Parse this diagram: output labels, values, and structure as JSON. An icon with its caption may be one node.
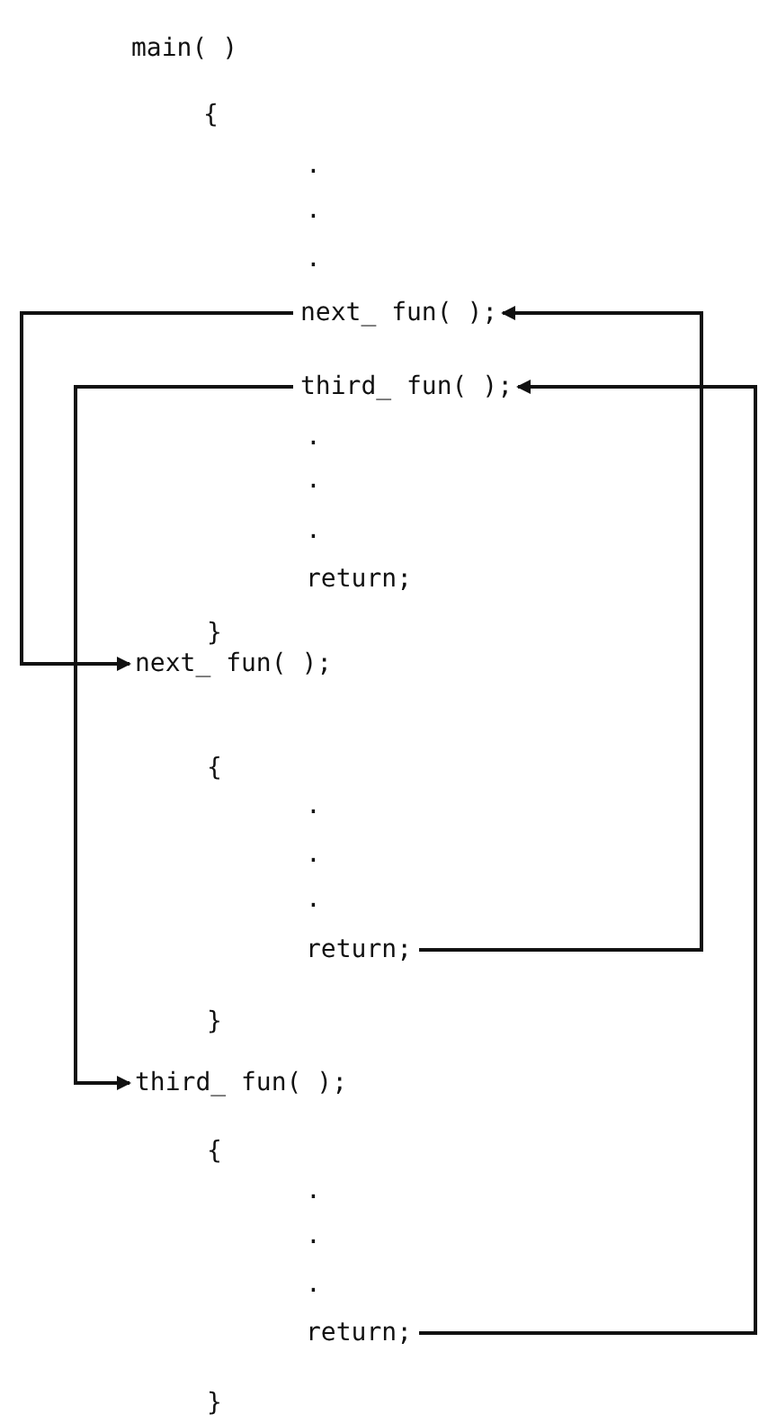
{
  "diagram": {
    "nodes": [
      {
        "text": [
          "next_ fun( );"
        ]
      },
      {
        "text": [
          "third_ fun( );"
        ]
      },
      {
        "text": [
          "next_ fun( );"
        ]
      },
      {
        "text": [
          "return;"
        ]
      },
      {
        "text": [
          "third_ fun( );"
        ]
      },
      {
        "text": [
          "return;"
        ]
      }
    ],
    "edges": [
      {
        "from": 0,
        "to": 2,
        "arrow": "to"
      },
      {
        "from": 1,
        "to": 4,
        "arrow": "to"
      },
      {
        "from": 3,
        "to": 0,
        "arrow": "to"
      },
      {
        "from": 5,
        "to": 1,
        "arrow": "to"
      }
    ],
    "labels": [
      "main( )",
      "{",
      ".",
      ".",
      ".",
      ".",
      ".",
      ".",
      "return;",
      "}",
      "{",
      ".",
      ".",
      ".",
      "}",
      "{",
      ".",
      ".",
      ".",
      "}"
    ]
  }
}
